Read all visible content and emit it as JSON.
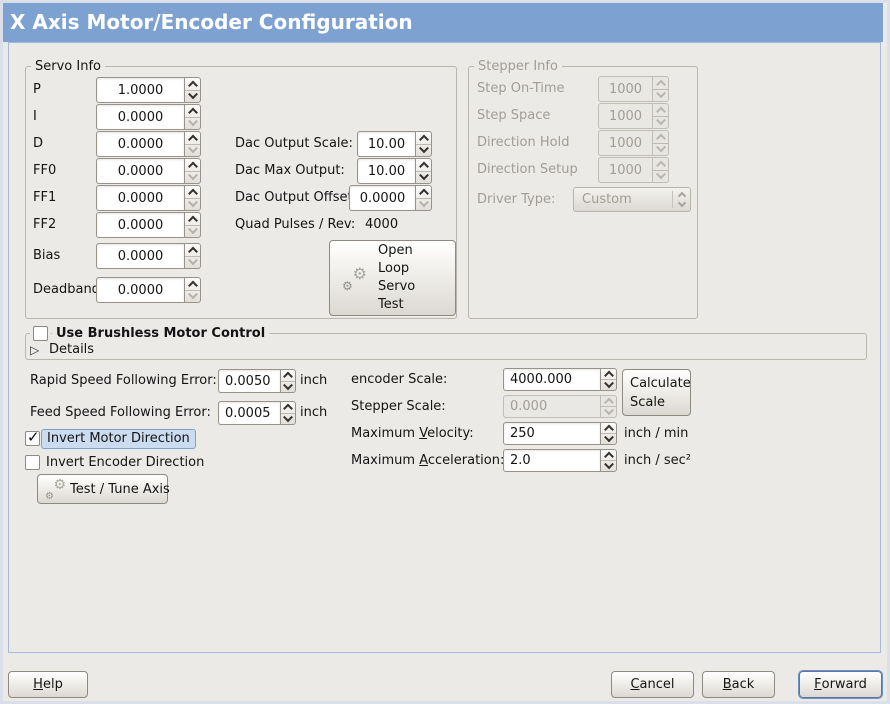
{
  "window": {
    "title": "X Axis Motor/Encoder Configuration"
  },
  "icons": {
    "gear": "⚙",
    "expander": "▷",
    "check": "✓"
  },
  "colors": {
    "titlebar_blue": "#7da2d2",
    "panel_bg": "#eceae7",
    "focus_highlight": "#ccdcf0",
    "content_border": "#a3bad8"
  },
  "servo": {
    "legend": "Servo Info",
    "rows": [
      {
        "label": "P",
        "value": "1.0000"
      },
      {
        "label": "I",
        "value": "0.0000"
      },
      {
        "label": "D",
        "value": "0.0000"
      },
      {
        "label": "FF0",
        "value": "0.0000"
      },
      {
        "label": "FF1",
        "value": "0.0000"
      },
      {
        "label": "FF2",
        "value": "0.0000"
      },
      {
        "label": "Bias",
        "value": "0.0000"
      },
      {
        "label": "Deadband",
        "value": "0.0000"
      }
    ]
  },
  "dac": {
    "rows": [
      {
        "label": "Dac Output Scale:",
        "value": "10.00"
      },
      {
        "label": "Dac Max Output:",
        "value": "10.00"
      },
      {
        "label": "Dac Output Offset:",
        "value": "0.0000"
      }
    ],
    "quad_label": "Quad Pulses / Rev:",
    "quad_value": "4000",
    "open_loop_button": "Open Loop Servo Test"
  },
  "stepper": {
    "legend": "Stepper Info",
    "rows": [
      {
        "label": "Step On-Time",
        "value": "1000"
      },
      {
        "label": "Step Space",
        "value": "1000"
      },
      {
        "label": "Direction Hold",
        "value": "1000"
      },
      {
        "label": "Direction Setup",
        "value": "1000"
      }
    ],
    "driver_label": "Driver Type:",
    "driver_value": "Custom"
  },
  "brushless": {
    "label": "Use Brushless Motor Control",
    "checked": false,
    "details": "Details"
  },
  "follow": {
    "rapid_label": "Rapid Speed Following Error:",
    "rapid_value": "0.0050",
    "rapid_unit": "inch",
    "feed_label": "Feed Speed Following Error:",
    "feed_value": "0.0005",
    "feed_unit": "inch"
  },
  "scale": {
    "encoder_label": "encoder Scale:",
    "encoder_value": "4000.000",
    "calc_button": "Calculate Scale",
    "stepper_label": "Stepper Scale:",
    "stepper_value": "0.000",
    "velocity": {
      "pre": "Maximum ",
      "mn": "V",
      "post": "elocity:"
    },
    "velocity_value": "250",
    "velocity_unit": "inch / min",
    "accel": {
      "pre": "Maximum ",
      "mn": "A",
      "post": "cceleration:"
    },
    "accel_value": "2.0",
    "accel_unit": "inch / sec²"
  },
  "invert": {
    "motor_label": "Invert Motor Direction",
    "motor_checked": true,
    "encoder_label": "Invert Encoder Direction",
    "encoder_checked": false,
    "test_button": "Test / Tune Axis"
  },
  "footer": {
    "help": {
      "pre": "",
      "mn": "H",
      "post": "elp"
    },
    "cancel": {
      "pre": "",
      "mn": "C",
      "post": "ancel"
    },
    "back": {
      "pre": "",
      "mn": "B",
      "post": "ack"
    },
    "forward": {
      "pre": "",
      "mn": "F",
      "post": "orward"
    }
  }
}
